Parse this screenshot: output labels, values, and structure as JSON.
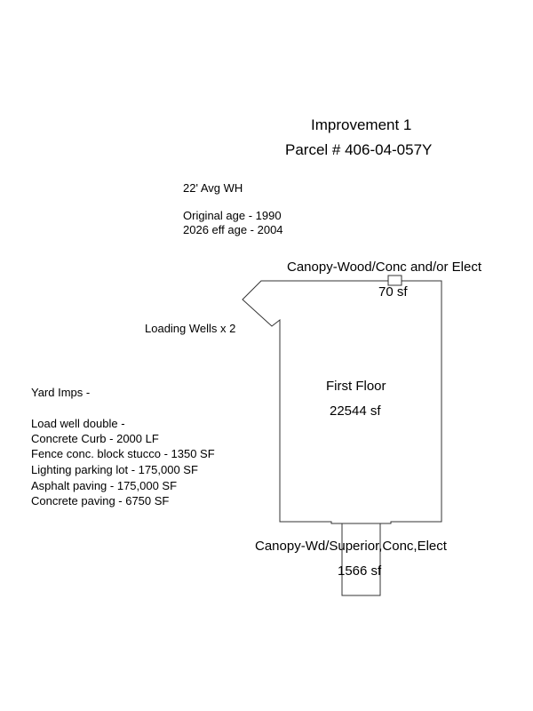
{
  "header": {
    "title": "Improvement 1",
    "parcel": "Parcel # 406-04-057Y"
  },
  "notes": {
    "wall_height": "22' Avg WH",
    "original_age": "Original age - 1990",
    "effective_age": "2026 eff age - 2004"
  },
  "labels": {
    "loading_wells": "Loading Wells x 2",
    "canopy_top": "Canopy-Wood/Conc and/or Elect",
    "canopy_top_area": "70 sf",
    "first_floor": "First Floor",
    "first_floor_area": "22544 sf",
    "canopy_bottom": "Canopy-Wd/Superior,Conc,Elect",
    "canopy_bottom_area": "1566 sf"
  },
  "yard_imps": {
    "heading": "Yard Imps -",
    "items": [
      "Load well double -",
      "Concrete Curb - 2000 LF",
      "Fence conc. block stucco - 1350 SF",
      "Lighting parking lot - 175,000 SF",
      "Asphalt paving - 175,000 SF",
      "Concrete paving - 6750 SF"
    ]
  },
  "colors": {
    "line": "#333333",
    "text": "#000000"
  }
}
